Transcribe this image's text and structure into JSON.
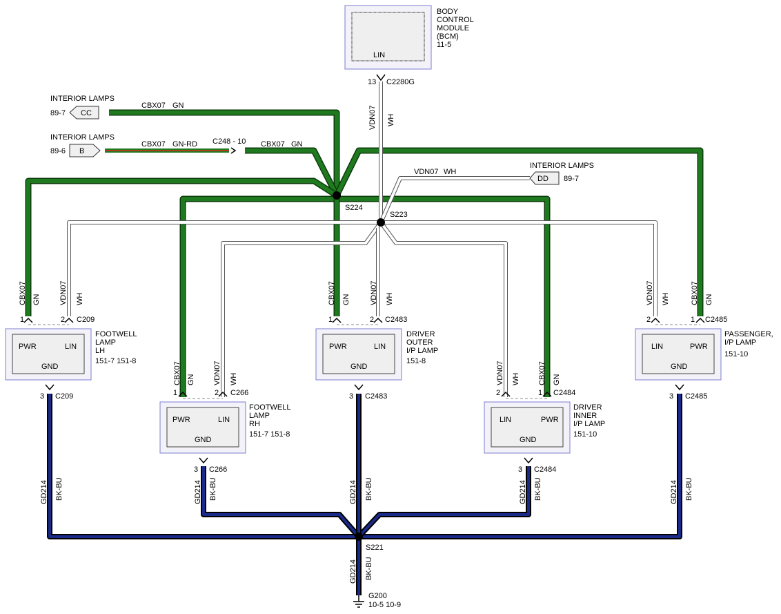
{
  "bcm": {
    "name_lines": [
      "BODY",
      "CONTROL",
      "MODULE",
      "(BCM)",
      "11-5"
    ],
    "pin": "LIN",
    "conn_pin": "13",
    "conn": "C2280G"
  },
  "refs": {
    "cc": {
      "title": "INTERIOR LAMPS",
      "page": "89-7",
      "code": "CC",
      "wire": "CBX07",
      "color": "GN"
    },
    "b": {
      "title": "INTERIOR LAMPS",
      "page": "89-6",
      "code": "B",
      "wire": "CBX07",
      "color": "GN-RD",
      "inline": "C248 - 10",
      "wire2": "CBX07",
      "color2": "GN"
    },
    "dd": {
      "title": "INTERIOR LAMPS",
      "page": "89-7",
      "code": "DD",
      "wire": "VDN07",
      "color": "WH"
    }
  },
  "wire_labels": {
    "bcm_trunk_circuit": "VDN07",
    "bcm_trunk_color": "WH"
  },
  "splices": {
    "s224": "S224",
    "s223": "S223",
    "s221": "S221"
  },
  "lamps": {
    "flh": {
      "name_lines": [
        "FOOTWELL",
        "LAMP",
        "LH"
      ],
      "pages": "151-7   151-8",
      "pin_left": "PWR",
      "pin_right": "LIN",
      "gnd": "GND",
      "pin_no_left": "1",
      "pin_no_right": "2",
      "conn": "C209",
      "gnd_pin": "3",
      "gnd_conn": "C209",
      "w1_circ": "CBX07",
      "w1_col": "GN",
      "w2_circ": "VDN07",
      "w2_col": "WH",
      "g_circ": "GD214",
      "g_col": "BK-BU"
    },
    "frh": {
      "name_lines": [
        "FOOTWELL",
        "LAMP",
        "RH"
      ],
      "pages": "151-7   151-8",
      "pin_left": "PWR",
      "pin_right": "LIN",
      "gnd": "GND",
      "pin_no_left": "1",
      "pin_no_right": "2",
      "conn": "C266",
      "gnd_pin": "3",
      "gnd_conn": "C266",
      "w1_circ": "CBX07",
      "w1_col": "GN",
      "w2_circ": "VDN07",
      "w2_col": "WH",
      "g_circ": "GD214",
      "g_col": "BK-BU"
    },
    "dout": {
      "name_lines": [
        "DRIVER",
        "OUTER",
        "I/P LAMP"
      ],
      "pages": "151-8",
      "pin_left": "PWR",
      "pin_right": "LIN",
      "gnd": "GND",
      "pin_no_left": "1",
      "pin_no_right": "2",
      "conn": "C2483",
      "gnd_pin": "3",
      "gnd_conn": "C2483",
      "w1_circ": "CBX07",
      "w1_col": "GN",
      "w2_circ": "VDN07",
      "w2_col": "WH",
      "g_circ": "GD214",
      "g_col": "BK-BU"
    },
    "din": {
      "name_lines": [
        "DRIVER",
        "INNER",
        "I/P LAMP"
      ],
      "pages": "151-10",
      "pin_left": "LIN",
      "pin_right": "PWR",
      "gnd": "GND",
      "pin_no_left": "2",
      "pin_no_right": "1",
      "conn": "C2484",
      "gnd_pin": "3",
      "gnd_conn": "C2484",
      "w1_circ": "VDN07",
      "w1_col": "WH",
      "w2_circ": "CBX07",
      "w2_col": "GN",
      "g_circ": "GD214",
      "g_col": "BK-BU"
    },
    "pass": {
      "name_lines": [
        "PASSENGER,",
        "I/P LAMP"
      ],
      "pages": "151-10",
      "pin_left": "LIN",
      "pin_right": "PWR",
      "gnd": "GND",
      "pin_no_left": "2",
      "pin_no_right": "1",
      "conn": "C2485",
      "gnd_pin": "3",
      "gnd_conn": "C2485",
      "w1_circ": "VDN07",
      "w1_col": "WH",
      "w2_circ": "CBX07",
      "w2_col": "GN",
      "g_circ": "GD214",
      "g_col": "BK-BU"
    }
  },
  "ground": {
    "circ": "GD214",
    "col": "BK-BU",
    "name": "G200",
    "pages": "10-5    10-9"
  }
}
